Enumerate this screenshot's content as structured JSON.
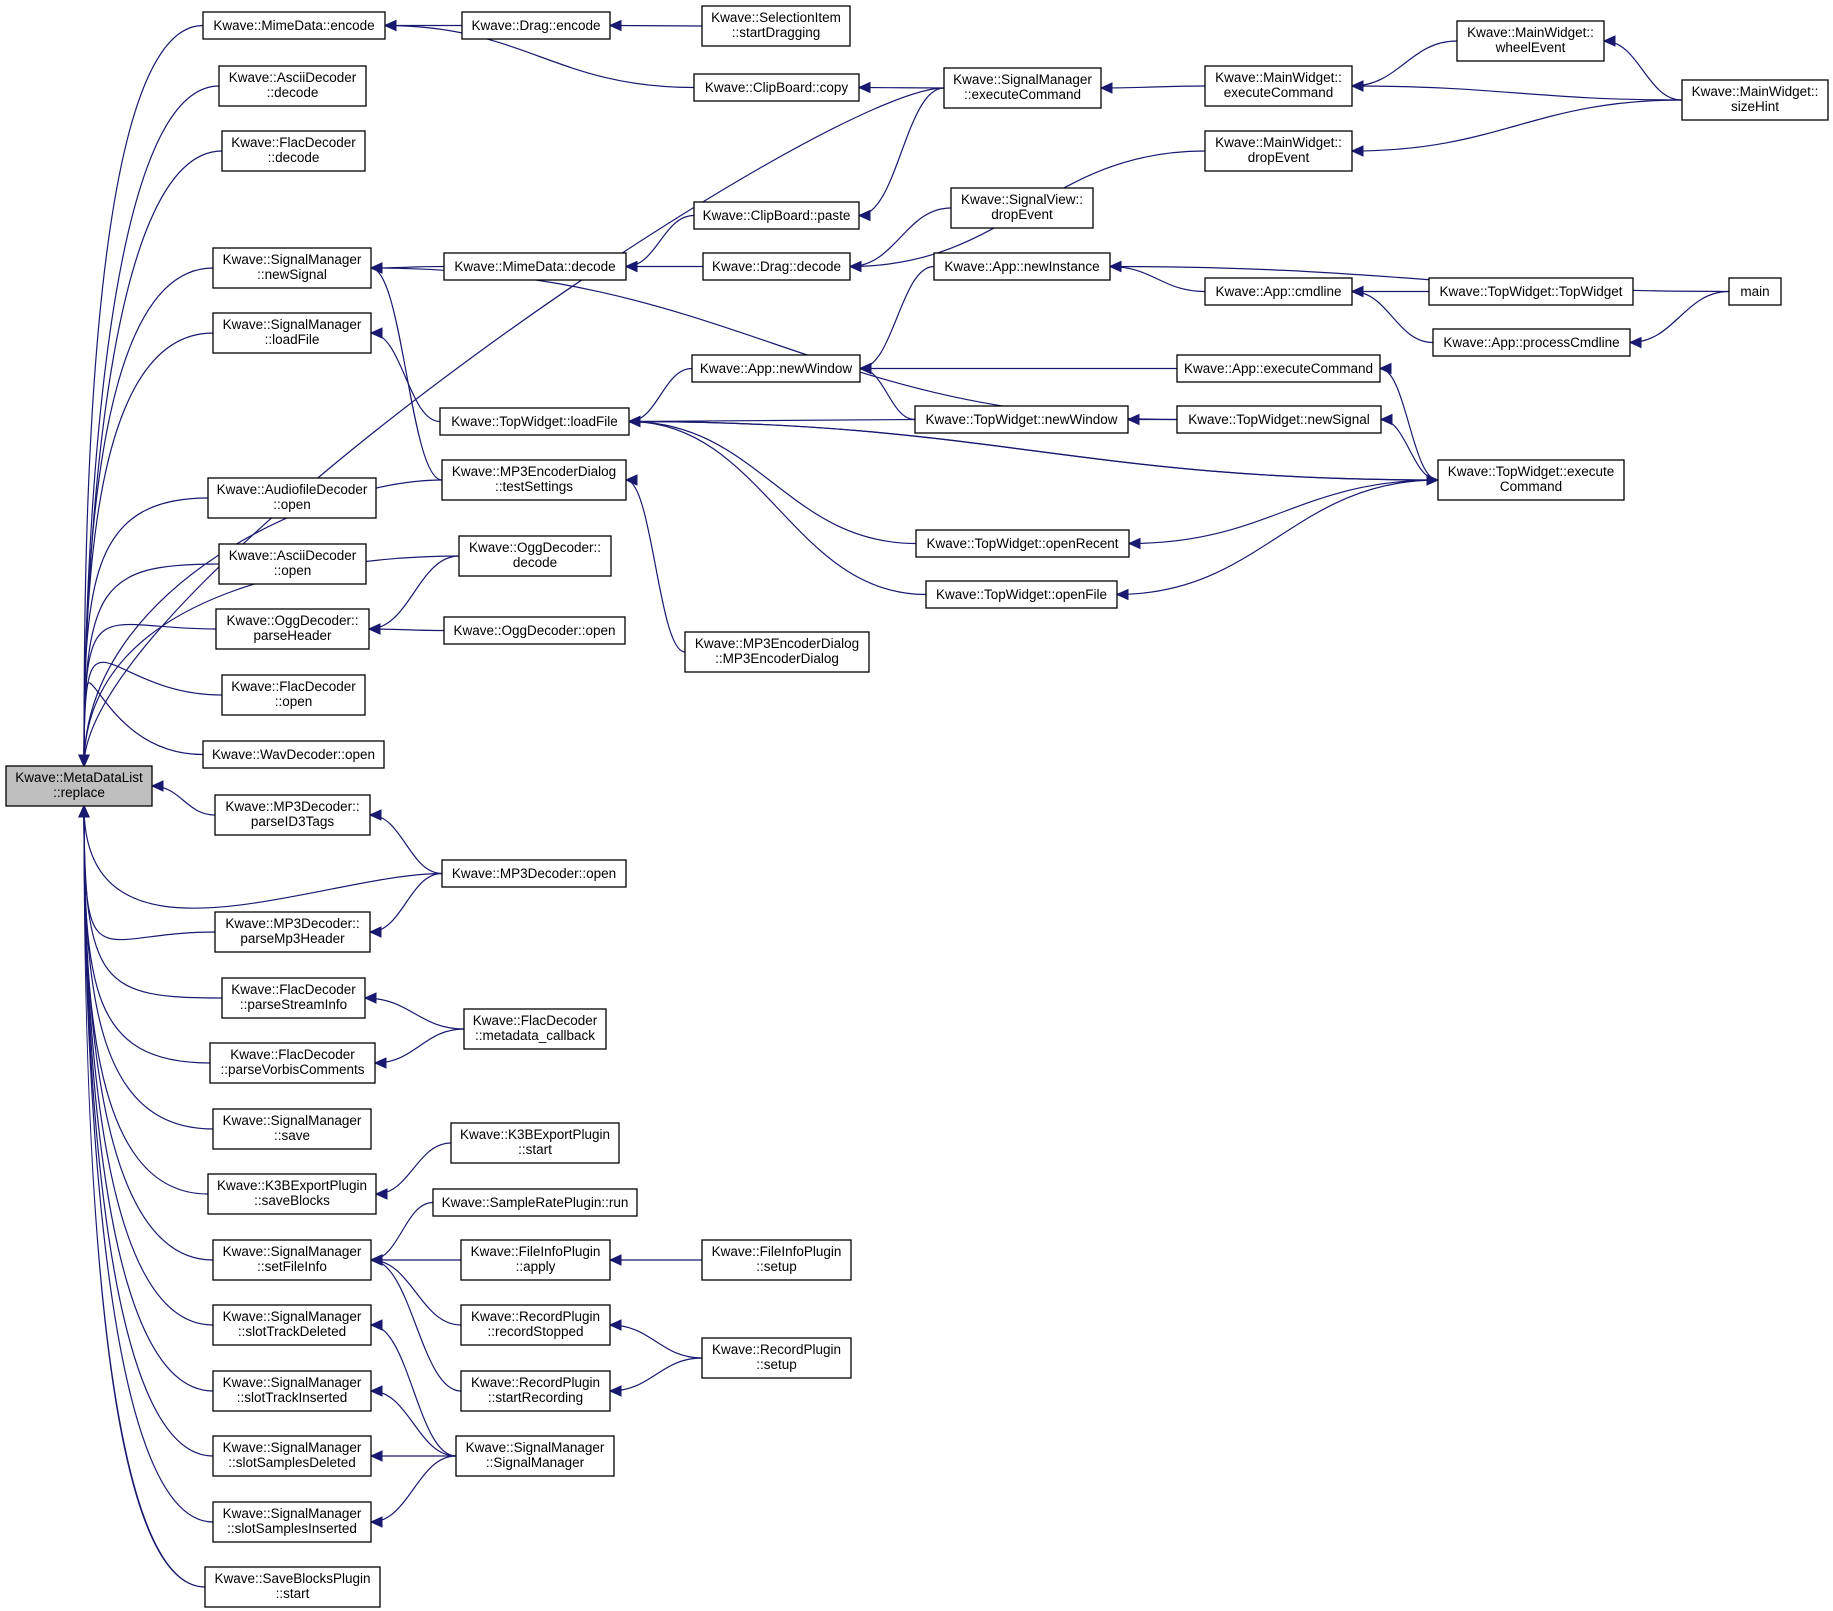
{
  "graph": {
    "focus_node": "n_replace",
    "nodes": [
      {
        "id": "n_replace",
        "lines": [
          "Kwave::MetaDataList",
          "::replace"
        ]
      },
      {
        "id": "n_mime_encode",
        "lines": [
          "Kwave::MimeData::encode"
        ]
      },
      {
        "id": "n_ascii_decode",
        "lines": [
          "Kwave::AsciiDecoder",
          "::decode"
        ]
      },
      {
        "id": "n_flac_decode",
        "lines": [
          "Kwave::FlacDecoder",
          "::decode"
        ]
      },
      {
        "id": "n_sm_newsignal",
        "lines": [
          "Kwave::SignalManager",
          "::newSignal"
        ]
      },
      {
        "id": "n_sm_loadfile",
        "lines": [
          "Kwave::SignalManager",
          "::loadFile"
        ]
      },
      {
        "id": "n_af_open",
        "lines": [
          "Kwave::AudiofileDecoder",
          "::open"
        ]
      },
      {
        "id": "n_ascii_open",
        "lines": [
          "Kwave::AsciiDecoder",
          "::open"
        ]
      },
      {
        "id": "n_ogg_parseheader",
        "lines": [
          "Kwave::OggDecoder::",
          "parseHeader"
        ]
      },
      {
        "id": "n_flac_open",
        "lines": [
          "Kwave::FlacDecoder",
          "::open"
        ]
      },
      {
        "id": "n_wav_open",
        "lines": [
          "Kwave::WavDecoder::open"
        ]
      },
      {
        "id": "n_mp3_parseid3",
        "lines": [
          "Kwave::MP3Decoder::",
          "parseID3Tags"
        ]
      },
      {
        "id": "n_mp3_parsehdr",
        "lines": [
          "Kwave::MP3Decoder::",
          "parseMp3Header"
        ]
      },
      {
        "id": "n_flac_parsestream",
        "lines": [
          "Kwave::FlacDecoder",
          "::parseStreamInfo"
        ]
      },
      {
        "id": "n_flac_parsevorbis",
        "lines": [
          "Kwave::FlacDecoder",
          "::parseVorbisComments"
        ]
      },
      {
        "id": "n_sm_save",
        "lines": [
          "Kwave::SignalManager",
          "::save"
        ]
      },
      {
        "id": "n_k3b_saveblocks",
        "lines": [
          "Kwave::K3BExportPlugin",
          "::saveBlocks"
        ]
      },
      {
        "id": "n_sm_setfileinfo",
        "lines": [
          "Kwave::SignalManager",
          "::setFileInfo"
        ]
      },
      {
        "id": "n_sm_trackdel",
        "lines": [
          "Kwave::SignalManager",
          "::slotTrackDeleted"
        ]
      },
      {
        "id": "n_sm_trackins",
        "lines": [
          "Kwave::SignalManager",
          "::slotTrackInserted"
        ]
      },
      {
        "id": "n_sm_samplesdel",
        "lines": [
          "Kwave::SignalManager",
          "::slotSamplesDeleted"
        ]
      },
      {
        "id": "n_sm_samplesins",
        "lines": [
          "Kwave::SignalManager",
          "::slotSamplesInserted"
        ]
      },
      {
        "id": "n_saveblocks_start",
        "lines": [
          "Kwave::SaveBlocksPlugin",
          "::start"
        ]
      },
      {
        "id": "n_drag_encode",
        "lines": [
          "Kwave::Drag::encode"
        ]
      },
      {
        "id": "n_mime_decode",
        "lines": [
          "Kwave::MimeData::decode"
        ]
      },
      {
        "id": "n_tw_loadfile",
        "lines": [
          "Kwave::TopWidget::loadFile"
        ]
      },
      {
        "id": "n_mp3enc_test",
        "lines": [
          "Kwave::MP3EncoderDialog",
          "::testSettings"
        ]
      },
      {
        "id": "n_ogg_decode",
        "lines": [
          "Kwave::OggDecoder::",
          "decode"
        ]
      },
      {
        "id": "n_ogg_open",
        "lines": [
          "Kwave::OggDecoder::open"
        ]
      },
      {
        "id": "n_mp3_open",
        "lines": [
          "Kwave::MP3Decoder::open"
        ]
      },
      {
        "id": "n_flac_metacb",
        "lines": [
          "Kwave::FlacDecoder",
          "::metadata_callback"
        ]
      },
      {
        "id": "n_k3b_start",
        "lines": [
          "Kwave::K3BExportPlugin",
          "::start"
        ]
      },
      {
        "id": "n_samplerate_run",
        "lines": [
          "Kwave::SampleRatePlugin::run"
        ]
      },
      {
        "id": "n_fileinfo_apply",
        "lines": [
          "Kwave::FileInfoPlugin",
          "::apply"
        ]
      },
      {
        "id": "n_record_stopped",
        "lines": [
          "Kwave::RecordPlugin",
          "::recordStopped"
        ]
      },
      {
        "id": "n_record_startrec",
        "lines": [
          "Kwave::RecordPlugin",
          "::startRecording"
        ]
      },
      {
        "id": "n_sm_ctor",
        "lines": [
          "Kwave::SignalManager",
          "::SignalManager"
        ]
      },
      {
        "id": "n_sel_startdrag",
        "lines": [
          "Kwave::SelectionItem",
          "::startDragging"
        ]
      },
      {
        "id": "n_clip_copy",
        "lines": [
          "Kwave::ClipBoard::copy"
        ]
      },
      {
        "id": "n_clip_paste",
        "lines": [
          "Kwave::ClipBoard::paste"
        ]
      },
      {
        "id": "n_drag_decode",
        "lines": [
          "Kwave::Drag::decode"
        ]
      },
      {
        "id": "n_app_newwindow",
        "lines": [
          "Kwave::App::newWindow"
        ]
      },
      {
        "id": "n_mp3enc_ctor",
        "lines": [
          "Kwave::MP3EncoderDialog",
          "::MP3EncoderDialog"
        ]
      },
      {
        "id": "n_fileinfo_setup",
        "lines": [
          "Kwave::FileInfoPlugin",
          "::setup"
        ]
      },
      {
        "id": "n_record_setup",
        "lines": [
          "Kwave::RecordPlugin",
          "::setup"
        ]
      },
      {
        "id": "n_sm_execcmd",
        "lines": [
          "Kwave::SignalManager",
          "::executeCommand"
        ]
      },
      {
        "id": "n_sv_dropevent",
        "lines": [
          "Kwave::SignalView::",
          "dropEvent"
        ]
      },
      {
        "id": "n_app_newinstance",
        "lines": [
          "Kwave::App::newInstance"
        ]
      },
      {
        "id": "n_tw_newwindow",
        "lines": [
          "Kwave::TopWidget::newWindow"
        ]
      },
      {
        "id": "n_tw_openrecent",
        "lines": [
          "Kwave::TopWidget::openRecent"
        ]
      },
      {
        "id": "n_tw_openfile",
        "lines": [
          "Kwave::TopWidget::openFile"
        ]
      },
      {
        "id": "n_mw_execcmd",
        "lines": [
          "Kwave::MainWidget::",
          "executeCommand"
        ]
      },
      {
        "id": "n_mw_dropevent",
        "lines": [
          "Kwave::MainWidget::",
          "dropEvent"
        ]
      },
      {
        "id": "n_app_cmdline",
        "lines": [
          "Kwave::App::cmdline"
        ]
      },
      {
        "id": "n_app_execcmd",
        "lines": [
          "Kwave::App::executeCommand"
        ]
      },
      {
        "id": "n_tw_newsignal",
        "lines": [
          "Kwave::TopWidget::newSignal"
        ]
      },
      {
        "id": "n_mw_wheelevent",
        "lines": [
          "Kwave::MainWidget::",
          "wheelEvent"
        ]
      },
      {
        "id": "n_tw_topwidget",
        "lines": [
          "Kwave::TopWidget::TopWidget"
        ]
      },
      {
        "id": "n_app_processcmdline",
        "lines": [
          "Kwave::App::processCmdline"
        ]
      },
      {
        "id": "n_tw_execcmd",
        "lines": [
          "Kwave::TopWidget::execute",
          "Command"
        ]
      },
      {
        "id": "n_mw_sizehint",
        "lines": [
          "Kwave::MainWidget::",
          "sizeHint"
        ]
      },
      {
        "id": "n_main",
        "lines": [
          "main"
        ]
      }
    ],
    "edges": [
      [
        "n_replace",
        "n_mime_encode"
      ],
      [
        "n_replace",
        "n_ascii_decode"
      ],
      [
        "n_replace",
        "n_flac_decode"
      ],
      [
        "n_replace",
        "n_sm_execcmd"
      ],
      [
        "n_replace",
        "n_sm_newsignal"
      ],
      [
        "n_replace",
        "n_sm_loadfile"
      ],
      [
        "n_replace",
        "n_mp3enc_test"
      ],
      [
        "n_replace",
        "n_ogg_decode"
      ],
      [
        "n_replace",
        "n_af_open"
      ],
      [
        "n_replace",
        "n_ascii_open"
      ],
      [
        "n_replace",
        "n_ogg_parseheader"
      ],
      [
        "n_replace",
        "n_flac_open"
      ],
      [
        "n_replace",
        "n_wav_open"
      ],
      [
        "n_replace",
        "n_mp3_parseid3"
      ],
      [
        "n_replace",
        "n_mp3_open"
      ],
      [
        "n_replace",
        "n_mp3_parsehdr"
      ],
      [
        "n_replace",
        "n_flac_parsestream"
      ],
      [
        "n_replace",
        "n_flac_parsevorbis"
      ],
      [
        "n_replace",
        "n_sm_save"
      ],
      [
        "n_replace",
        "n_k3b_saveblocks"
      ],
      [
        "n_replace",
        "n_sm_setfileinfo"
      ],
      [
        "n_replace",
        "n_sm_trackdel"
      ],
      [
        "n_replace",
        "n_sm_trackins"
      ],
      [
        "n_replace",
        "n_sm_samplesdel"
      ],
      [
        "n_replace",
        "n_sm_samplesins"
      ],
      [
        "n_replace",
        "n_saveblocks_start"
      ],
      [
        "n_mime_encode",
        "n_drag_encode"
      ],
      [
        "n_mime_encode",
        "n_clip_copy"
      ],
      [
        "n_drag_encode",
        "n_sel_startdrag"
      ],
      [
        "n_clip_copy",
        "n_sm_execcmd"
      ],
      [
        "n_sm_execcmd",
        "n_mw_execcmd"
      ],
      [
        "n_mw_execcmd",
        "n_mw_wheelevent"
      ],
      [
        "n_mw_execcmd",
        "n_mw_sizehint"
      ],
      [
        "n_mw_wheelevent",
        "n_mw_sizehint"
      ],
      [
        "n_sm_newsignal",
        "n_mime_decode"
      ],
      [
        "n_sm_newsignal",
        "n_mp3enc_test"
      ],
      [
        "n_sm_newsignal",
        "n_tw_newsignal"
      ],
      [
        "n_mime_decode",
        "n_clip_paste"
      ],
      [
        "n_mime_decode",
        "n_drag_decode"
      ],
      [
        "n_clip_paste",
        "n_sm_execcmd"
      ],
      [
        "n_drag_decode",
        "n_mw_dropevent"
      ],
      [
        "n_drag_decode",
        "n_sv_dropevent"
      ],
      [
        "n_mw_dropevent",
        "n_mw_sizehint"
      ],
      [
        "n_sm_loadfile",
        "n_tw_loadfile"
      ],
      [
        "n_tw_loadfile",
        "n_app_newwindow"
      ],
      [
        "n_tw_loadfile",
        "n_tw_newwindow"
      ],
      [
        "n_tw_loadfile",
        "n_tw_execcmd"
      ],
      [
        "n_tw_loadfile",
        "n_tw_openrecent"
      ],
      [
        "n_tw_loadfile",
        "n_tw_openfile"
      ],
      [
        "n_app_newwindow",
        "n_app_newinstance"
      ],
      [
        "n_app_newwindow",
        "n_app_execcmd"
      ],
      [
        "n_app_newwindow",
        "n_tw_newwindow"
      ],
      [
        "n_app_newinstance",
        "n_app_cmdline"
      ],
      [
        "n_app_newinstance",
        "n_main"
      ],
      [
        "n_app_cmdline",
        "n_tw_topwidget"
      ],
      [
        "n_app_cmdline",
        "n_app_processcmdline"
      ],
      [
        "n_app_processcmdline",
        "n_main"
      ],
      [
        "n_tw_newwindow",
        "n_tw_newsignal"
      ],
      [
        "n_tw_newsignal",
        "n_tw_execcmd"
      ],
      [
        "n_app_execcmd",
        "n_tw_execcmd"
      ],
      [
        "n_tw_openrecent",
        "n_tw_execcmd"
      ],
      [
        "n_tw_openfile",
        "n_tw_execcmd"
      ],
      [
        "n_tw_execcmd",
        "n_tw_loadfile"
      ],
      [
        "n_mp3enc_test",
        "n_mp3enc_ctor"
      ],
      [
        "n_ogg_parseheader",
        "n_ogg_decode"
      ],
      [
        "n_ogg_parseheader",
        "n_ogg_open"
      ],
      [
        "n_mp3_parseid3",
        "n_mp3_open"
      ],
      [
        "n_mp3_parsehdr",
        "n_mp3_open"
      ],
      [
        "n_flac_parsestream",
        "n_flac_metacb"
      ],
      [
        "n_flac_parsevorbis",
        "n_flac_metacb"
      ],
      [
        "n_k3b_saveblocks",
        "n_k3b_start"
      ],
      [
        "n_sm_setfileinfo",
        "n_samplerate_run"
      ],
      [
        "n_sm_setfileinfo",
        "n_fileinfo_apply"
      ],
      [
        "n_sm_setfileinfo",
        "n_record_stopped"
      ],
      [
        "n_sm_setfileinfo",
        "n_record_startrec"
      ],
      [
        "n_fileinfo_apply",
        "n_fileinfo_setup"
      ],
      [
        "n_record_stopped",
        "n_record_setup"
      ],
      [
        "n_record_startrec",
        "n_record_setup"
      ],
      [
        "n_sm_trackdel",
        "n_sm_ctor"
      ],
      [
        "n_sm_trackins",
        "n_sm_ctor"
      ],
      [
        "n_sm_samplesdel",
        "n_sm_ctor"
      ],
      [
        "n_sm_samplesins",
        "n_sm_ctor"
      ]
    ]
  },
  "colors": {
    "edge": "#191970",
    "node_fill": "#ffffff",
    "node_border": "#000000",
    "focus_fill": "#bfbfbf",
    "background": "#ffffff"
  }
}
